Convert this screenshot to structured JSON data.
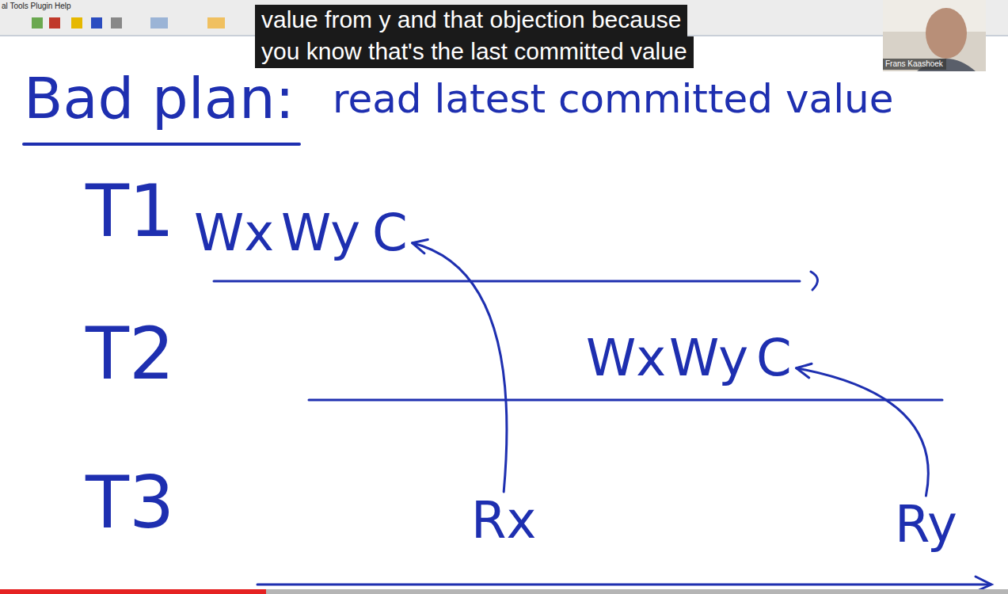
{
  "diagram": {
    "title": "Bad plan:",
    "nodes": [
      {
        "text": [
          "value from y and that objection because",
          "you know that's the last committed value"
        ]
      },
      {
        "text": [
          "C"
        ]
      },
      {
        "text": [
          "C"
        ]
      },
      {
        "text": [
          "Rx"
        ]
      },
      {
        "text": [
          "Ry"
        ]
      }
    ],
    "edges": [
      {
        "from": 3,
        "to": 1,
        "arrow": "to"
      },
      {
        "from": 4,
        "to": 2,
        "arrow": "to"
      }
    ],
    "labels": [
      "al Tools Plugin Help",
      "Frans Kaashoek",
      "read latest committed value",
      "T1",
      "Wx",
      "Wy",
      "T2",
      "Wx",
      "Wy",
      "T3"
    ]
  }
}
